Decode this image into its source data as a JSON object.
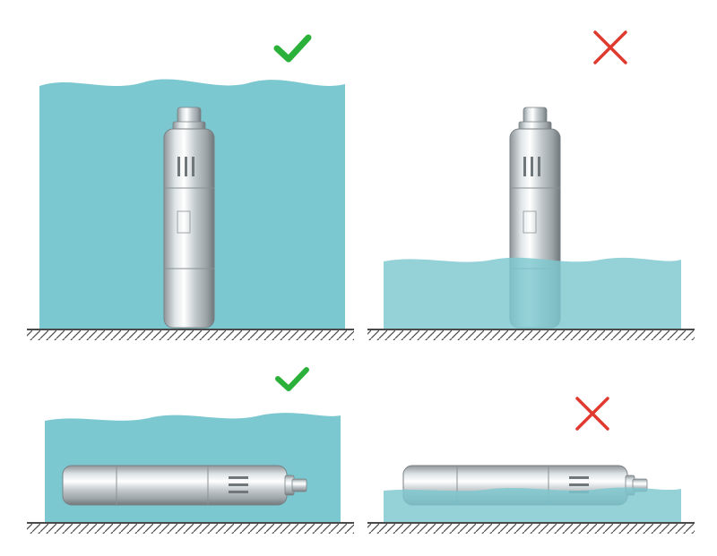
{
  "colors": {
    "water": "#7cc8d0",
    "water_light": "#a6dde3",
    "ground_line": "#4a4a4a",
    "check_green": "#2bb13a",
    "cross_red": "#e03a2f",
    "steel_dark": "#8d9599",
    "steel_mid": "#c9d0d3",
    "steel_light": "#f2f5f6"
  },
  "panels": [
    {
      "id": "vertical-submerged",
      "orientation": "vertical",
      "submersion": "full",
      "verdict": "correct",
      "verdict_icon": "check-mark-icon"
    },
    {
      "id": "vertical-partial",
      "orientation": "vertical",
      "submersion": "partial",
      "verdict": "incorrect",
      "verdict_icon": "cross-mark-icon"
    },
    {
      "id": "horizontal-submerged",
      "orientation": "horizontal",
      "submersion": "full",
      "verdict": "correct",
      "verdict_icon": "check-mark-icon"
    },
    {
      "id": "horizontal-partial",
      "orientation": "horizontal",
      "submersion": "partial",
      "verdict": "incorrect",
      "verdict_icon": "cross-mark-icon"
    }
  ]
}
